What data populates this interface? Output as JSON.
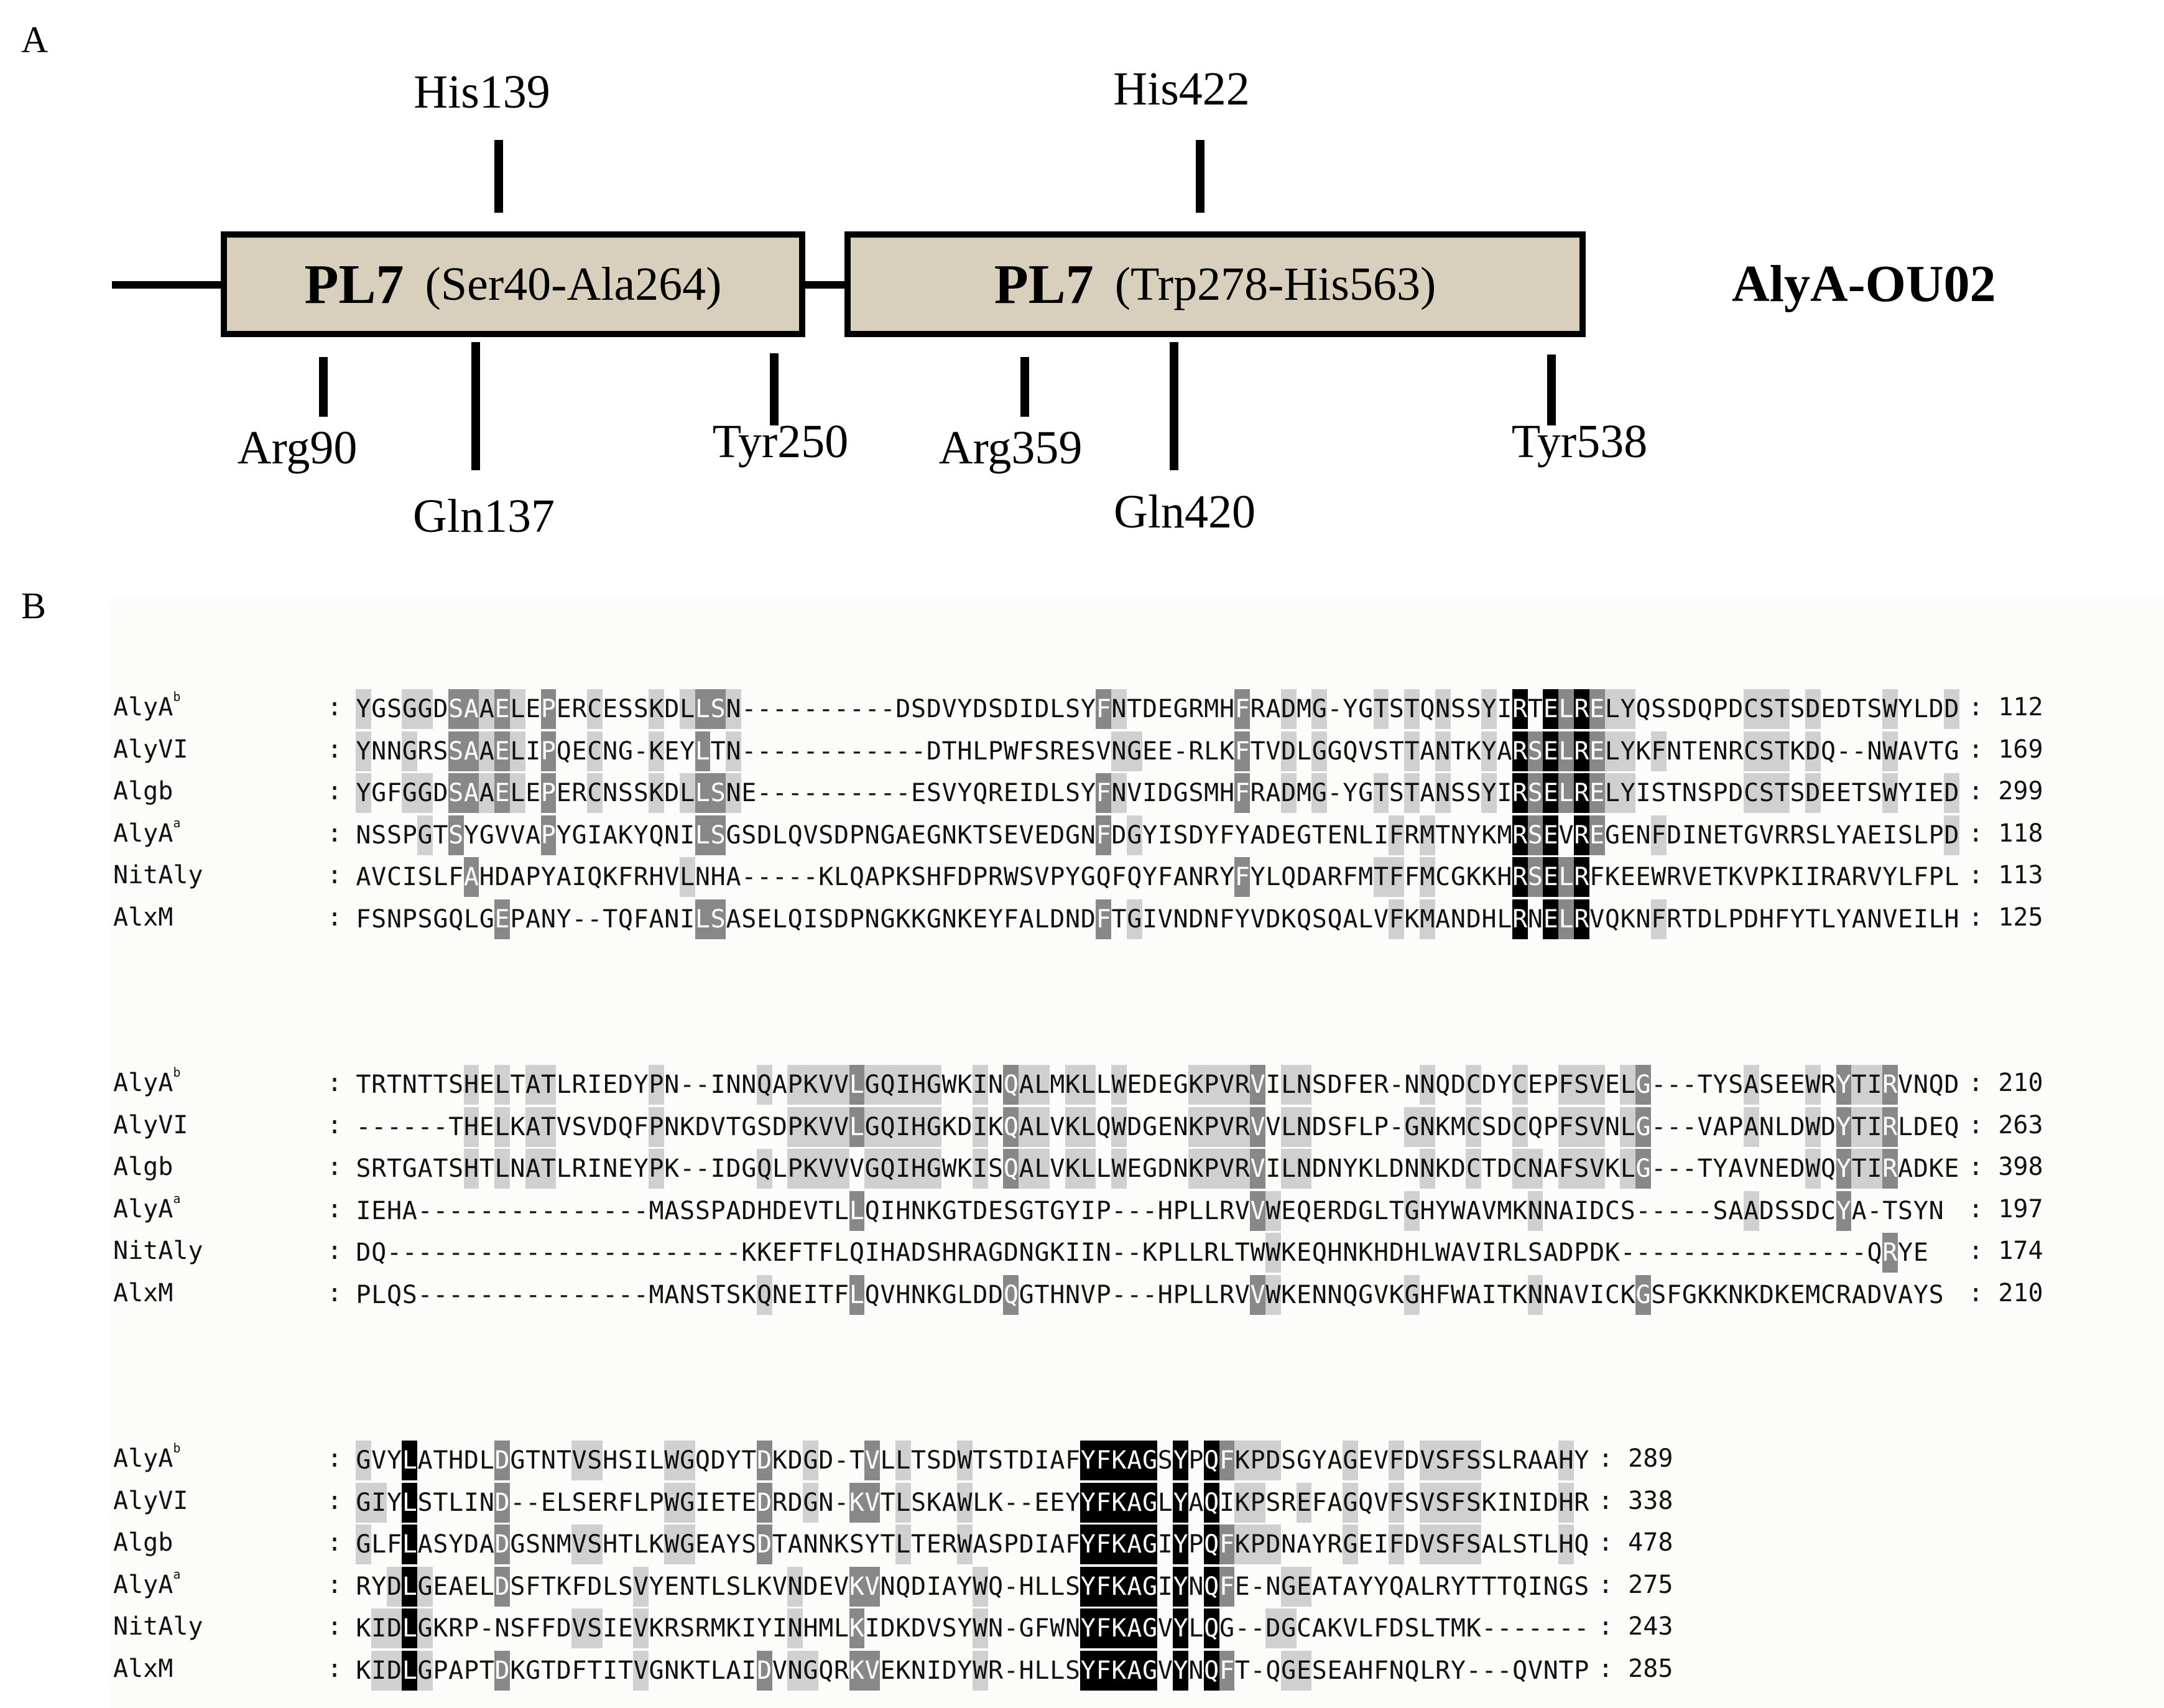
{
  "panels": {
    "a_label": "A",
    "b_label": "B"
  },
  "panel_a": {
    "protein_name": "AlyA-OU02",
    "domains": [
      {
        "name": "PL7",
        "range": "(Ser40-Ala264)"
      },
      {
        "name": "PL7",
        "range": "(Trp278-His563)"
      }
    ],
    "top_residues": [
      "His139",
      "His422"
    ],
    "bottom_residues": [
      "Arg90",
      "Gln137",
      "Tyr250",
      "Arg359",
      "Gln420",
      "Tyr538"
    ]
  },
  "panel_b": {
    "legend_shading": {
      "high": "#000000",
      "medium": "#888888",
      "low": "#d0d0d0"
    },
    "blocks": [
      {
        "rows": [
          {
            "name": "AlyA",
            "sup": "b",
            "seq": "YGSGGDSAAELEPERCESSKDLLSN----------DSDVYDSDIDLSYFNTDEGRMHFRADMG-YGTSTQNSSYIRTELRELYQSSDQPDCSTSDEDTSWYLDD",
            "end": "112"
          },
          {
            "name": "AlyVI",
            "sup": "",
            "seq": "YNNGRSSAAELIPQECNG-KEYLTN------------DTHLPWFSRESVNGEE-RLKFTVDLGGQVSTTANTKYARSELRELYKFNTENRCSTKDQ--NWAVTG",
            "end": "169"
          },
          {
            "name": "Algb",
            "sup": "",
            "seq": "YGFGGDSAAELEPERCNSSKDLLSNE----------ESVYQREIDLSYFNVIDGSMHFRADMG-YGTSTANSSYIRSELRELYISTNSPDCSTSDEETSWYIED",
            "end": "299"
          },
          {
            "name": "AlyA",
            "sup": "a",
            "seq": "NSSPGTSYGVVAPYGIAKYQNILSGSDLQVSDPNGAEGNKTSEVEDGNFDGYISDYFYADEGTENLIFRMTNYKMRSEVREGENFDINETGVRRSLYAEISLPD",
            "end": "118"
          },
          {
            "name": "NitAly",
            "sup": "",
            "seq": "AVCISLFAHDAPYAIQKFRHVLNHA-----KLQAPKSHFDPRWSVPYGQFQYFANRYFYLQDARFMTFFMCGKKHRSELRFKEEWRVETKVPKIIRARVYLFPL",
            "end": "113"
          },
          {
            "name": "AlxM",
            "sup": "",
            "seq": "FSNPSGQLGEPANY--TQFANILSASELQISDPNGKKGNKEYFALDNDFTGIVNDNFYVDKQSQALVFKMANDHLRNELRVQKNFRTDLPDHFYTLYANVEILH",
            "end": "125"
          }
        ]
      },
      {
        "rows": [
          {
            "name": "AlyA",
            "sup": "b",
            "seq": "TRTNTTSHELTATLRIEDYPN--INNQAPKVVLGQIHGWKINQALMKLLWEDEGKPVRVILNSDFER-NNQDCDYCEPFSVELG---TYSASEEWRYTIRVNQD",
            "end": "210"
          },
          {
            "name": "AlyVI",
            "sup": "",
            "seq": "------THELKATVSVDQFPNKDVTGSDPKVVLGQIHGKDIKQALVKLQWDGENKPVRVVLNDSFLP-GNKMCSDCQPFSVNLG---VAPANLDWDYTIRLDEQ",
            "end": "263"
          },
          {
            "name": "Algb",
            "sup": "",
            "seq": "SRTGATSHTLNATLRINEYPK--IDGQLPKVVVGQIHGWKISQALVKLLWEGDNKPVRVILNDNYKLDNNKDCTDCNAFSVKLG---TYAVNEDWQYTIRADKE",
            "end": "398"
          },
          {
            "name": "AlyA",
            "sup": "a",
            "seq": "IEHA---------------MASSPADHDEVTLLQIHNKGTDESGTGYIP---HPLLRVVWEQERDGLTGHYWAVMKNNAIDCS-----SAADSSDCYA-TSYN",
            "end": "197"
          },
          {
            "name": "NitAly",
            "sup": "",
            "seq": "DQ-----------------------KKEFTFLQIHADSHRAGDNGKIIN--KPLLRLTWWKEQHNKHDHLWAVIRLSADPDK----------------QRYE",
            "end": "174"
          },
          {
            "name": "AlxM",
            "sup": "",
            "seq": "PLQS---------------MANSTSKQNEITFLQVHNKGLDDQGTHNVP---HPLLRVVWKENNQGVKGHFWAITKNNAVICKGSFGKKNKDKEMCRADVAYS",
            "end": "210"
          }
        ]
      },
      {
        "rows": [
          {
            "name": "AlyA",
            "sup": "b",
            "seq": "GVYLATHDLDGTNTVSHSILWGQDYTDKDGD-TVLLTSDWTSTDIAFYFKAGSYPQFKPDSGYAGEVFDVSFSSLRAAHY",
            "end": "289"
          },
          {
            "name": "AlyVI",
            "sup": "",
            "seq": "GIYLSTLIND--ELSERFLPWGIETEDRDGN-KVTLSKAWLK--EEYYFKAGLYAQIKPSREFAGQVFSVSFSKINIDHR",
            "end": "338"
          },
          {
            "name": "Algb",
            "sup": "",
            "seq": "GLFLASYDADGSNMVSHTLKWGEAYSDTANNKSYTLTERWASPDIAFYFKAGIYPQFKPDNAYRGEIFDVSFSALSTLHQ",
            "end": "478"
          },
          {
            "name": "AlyA",
            "sup": "a",
            "seq": "RYDLGEAELDSFTKFDLSVYENTLSLKVNDEVKVNQDIAYWQ-HLLSYFKAGIYNQFE-NGEATAYYQALRYTTTQINGS",
            "end": "275"
          },
          {
            "name": "NitAly",
            "sup": "",
            "seq": "KIDLGKRP-NSFFDVSIEVKRSRMKIYINHMLKIDKDVSYWN-GFWNYFKAGVYLQG--DGCAKVLFDSLTMK-------",
            "end": "243"
          },
          {
            "name": "AlxM",
            "sup": "",
            "seq": "KIDLGPAPTDKGTDFTITVGNKTLAIDVNGQRKVEKNIDYWR-HLLSYFKAGVYNQFT-QGESEAHFNQLRY---QVNTP",
            "end": "285"
          }
        ]
      }
    ]
  }
}
